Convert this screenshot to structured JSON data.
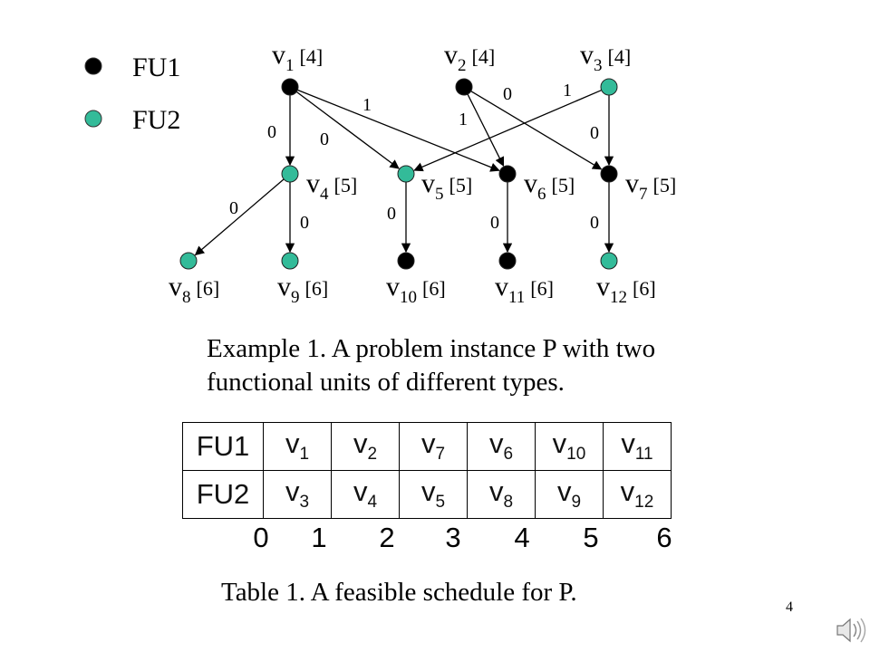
{
  "legend": [
    {
      "label": "FU1",
      "color": "#000000"
    },
    {
      "label": "FU2",
      "color": "#33bb99"
    }
  ],
  "colors": {
    "fu1": "#000000",
    "fu2": "#33bb99",
    "edge": "#000000"
  },
  "nodes": [
    {
      "id": "v1",
      "name": "v",
      "sub": "1",
      "deadline": "[4]",
      "fu": "FU1"
    },
    {
      "id": "v2",
      "name": "v",
      "sub": "2",
      "deadline": "[4]",
      "fu": "FU1"
    },
    {
      "id": "v3",
      "name": "v",
      "sub": "3",
      "deadline": "[4]",
      "fu": "FU2"
    },
    {
      "id": "v4",
      "name": "v",
      "sub": "4",
      "deadline": "[5]",
      "fu": "FU2"
    },
    {
      "id": "v5",
      "name": "v",
      "sub": "5",
      "deadline": "[5]",
      "fu": "FU2"
    },
    {
      "id": "v6",
      "name": "v",
      "sub": "6",
      "deadline": "[5]",
      "fu": "FU1"
    },
    {
      "id": "v7",
      "name": "v",
      "sub": "7",
      "deadline": "[5]",
      "fu": "FU1"
    },
    {
      "id": "v8",
      "name": "v",
      "sub": "8",
      "deadline": "[6]",
      "fu": "FU2"
    },
    {
      "id": "v9",
      "name": "v",
      "sub": "9",
      "deadline": "[6]",
      "fu": "FU2"
    },
    {
      "id": "v10",
      "name": "v",
      "sub": "10",
      "deadline": "[6]",
      "fu": "FU1"
    },
    {
      "id": "v11",
      "name": "v",
      "sub": "11",
      "deadline": "[6]",
      "fu": "FU1"
    },
    {
      "id": "v12",
      "name": "v",
      "sub": "12",
      "deadline": "[6]",
      "fu": "FU2"
    }
  ],
  "edges": [
    {
      "from": "v1",
      "to": "v4",
      "weight": "0"
    },
    {
      "from": "v1",
      "to": "v5",
      "weight": "0"
    },
    {
      "from": "v1",
      "to": "v6",
      "weight": "1"
    },
    {
      "from": "v2",
      "to": "v6",
      "weight": "1"
    },
    {
      "from": "v2",
      "to": "v7",
      "weight": "0"
    },
    {
      "from": "v3",
      "to": "v5",
      "weight": "1"
    },
    {
      "from": "v3",
      "to": "v7",
      "weight": "0"
    },
    {
      "from": "v4",
      "to": "v8",
      "weight": "0"
    },
    {
      "from": "v4",
      "to": "v9",
      "weight": "0"
    },
    {
      "from": "v5",
      "to": "v10",
      "weight": "0"
    },
    {
      "from": "v6",
      "to": "v11",
      "weight": "0"
    },
    {
      "from": "v7",
      "to": "v12",
      "weight": "0"
    }
  ],
  "caption1_line1": "Example 1. A problem instance P with two",
  "caption1_line2": "functional units of different types.",
  "schedule": {
    "rows": [
      {
        "unit": "FU1",
        "cells": [
          {
            "v": "v",
            "s": "1"
          },
          {
            "v": "v",
            "s": "2"
          },
          {
            "v": "v",
            "s": "7"
          },
          {
            "v": "v",
            "s": "6"
          },
          {
            "v": "v",
            "s": "10"
          },
          {
            "v": "v",
            "s": "11"
          }
        ]
      },
      {
        "unit": "FU2",
        "cells": [
          {
            "v": "v",
            "s": "3"
          },
          {
            "v": "v",
            "s": "4"
          },
          {
            "v": "v",
            "s": "5"
          },
          {
            "v": "v",
            "s": "8"
          },
          {
            "v": "v",
            "s": "9"
          },
          {
            "v": "v",
            "s": "12"
          }
        ]
      }
    ],
    "time_ticks": [
      "0",
      "1",
      "2",
      "3",
      "4",
      "5",
      "6"
    ]
  },
  "caption2": "Table 1.   A feasible schedule for P.",
  "page_number": "4",
  "icons": {
    "speaker": "speaker-icon"
  }
}
